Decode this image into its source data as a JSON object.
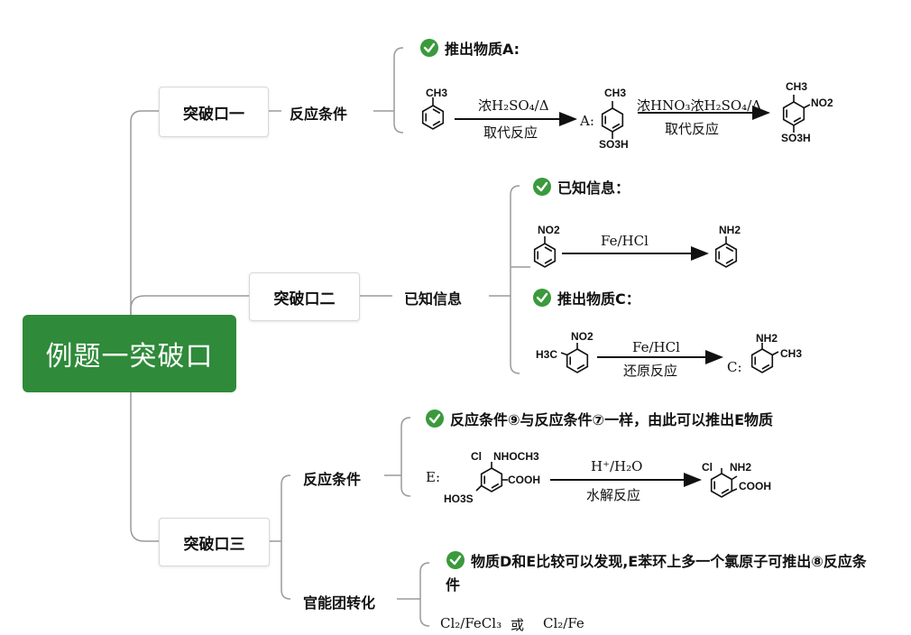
{
  "root": {
    "title": "例题一突破口"
  },
  "b1": {
    "title": "突破口一",
    "label": "反应条件",
    "check": "推出物质A:",
    "ch3": "CH3",
    "cond1_top": "浓H₂SO₄/Δ",
    "cond1_bot": "取代反应",
    "a_label": "A:",
    "a_ch3": "CH3",
    "a_so3h": "SO3H",
    "cond2_top": "浓HNO₃浓H₂SO₄/Δ",
    "cond2_bot": "取代反应",
    "p_ch3": "CH3",
    "p_no2": "NO2",
    "p_so3h": "SO3H"
  },
  "b2": {
    "title": "突破口二",
    "label": "已知信息",
    "check1": "已知信息：",
    "r1_no2": "NO2",
    "r1_cond": "Fe/HCl",
    "r1_nh2": "NH2",
    "check2": "推出物质C：",
    "r2_h3c": "H3C",
    "r2_no2": "NO2",
    "r2_cond_top": "Fe/HCl",
    "r2_cond_bot": "还原反应",
    "c_label": "C:",
    "c_nh2": "NH2",
    "c_ch3": "CH3"
  },
  "b3": {
    "title": "突破口三",
    "label1": "反应条件",
    "check1": "反应条件⑨与反应条件⑦一样，由此可以推出E物质",
    "e_label": "E:",
    "e_cl": "Cl",
    "e_nhoch3": "NHOCH3",
    "e_cooh": "COOH",
    "e_hso3s": "HO3S",
    "e_cond_top": "H⁺/H₂O",
    "e_cond_bot": "水解反应",
    "p_cl": "Cl",
    "p_nh2": "NH2",
    "p_cooh": "COOH",
    "label2": "官能团转化",
    "check2": "物质D和E比较可以发现,E苯环上多一个氯原子可推出⑧反应条件",
    "cond_a": "Cl₂/FeCl₃",
    "or": "或",
    "cond_b": "Cl₂/Fe"
  },
  "colors": {
    "root_bg": "#2f8a3a",
    "check": "#3a9a3c",
    "line": "#9a9a9a"
  }
}
